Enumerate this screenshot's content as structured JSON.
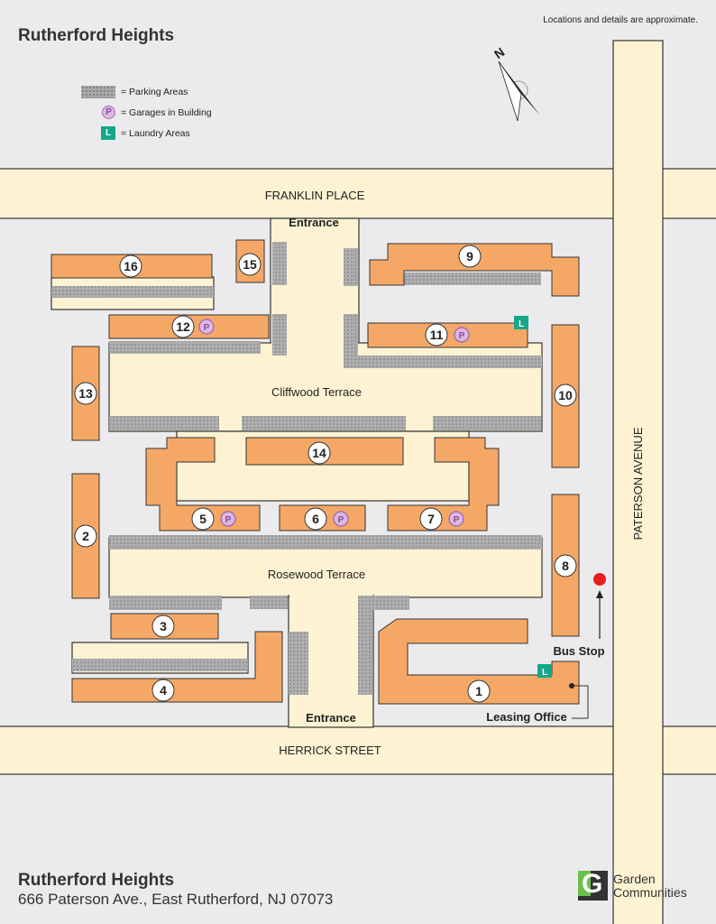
{
  "header": {
    "title": "Rutherford Heights",
    "disclaimer": "Locations and details are approximate."
  },
  "legend": {
    "parking": "= Parking Areas",
    "garages": "= Garages in Building",
    "laundry": "= Laundry Areas",
    "garage_symbol": "P",
    "laundry_symbol": "L"
  },
  "compass": {
    "label": "N"
  },
  "streets": {
    "north": "FRANKLIN PLACE",
    "south": "HERRICK STREET",
    "east": "PATERSON AVENUE"
  },
  "courtyards": {
    "north": "Cliffwood Terrace",
    "south": "Rosewood Terrace"
  },
  "labels": {
    "entrance_north": "Entrance",
    "entrance_south": "Entrance",
    "bus_stop": "Bus Stop",
    "leasing_office": "Leasing Office"
  },
  "buildings": [
    "1",
    "2",
    "3",
    "4",
    "5",
    "6",
    "7",
    "8",
    "9",
    "10",
    "11",
    "12",
    "13",
    "14",
    "15",
    "16"
  ],
  "footer": {
    "name": "Rutherford Heights",
    "address": "666 Paterson Ave., East Rutherford, NJ 07073"
  },
  "logo": {
    "letter": "G",
    "line1": "Garden",
    "line2": "Communities"
  },
  "colors": {
    "building": "#f5a866",
    "road": "#fdf3d3",
    "parking": "#a9a9ab",
    "garage": "#ddb8e0",
    "laundry": "#14a88a",
    "bus_stop": "#e8201c"
  }
}
